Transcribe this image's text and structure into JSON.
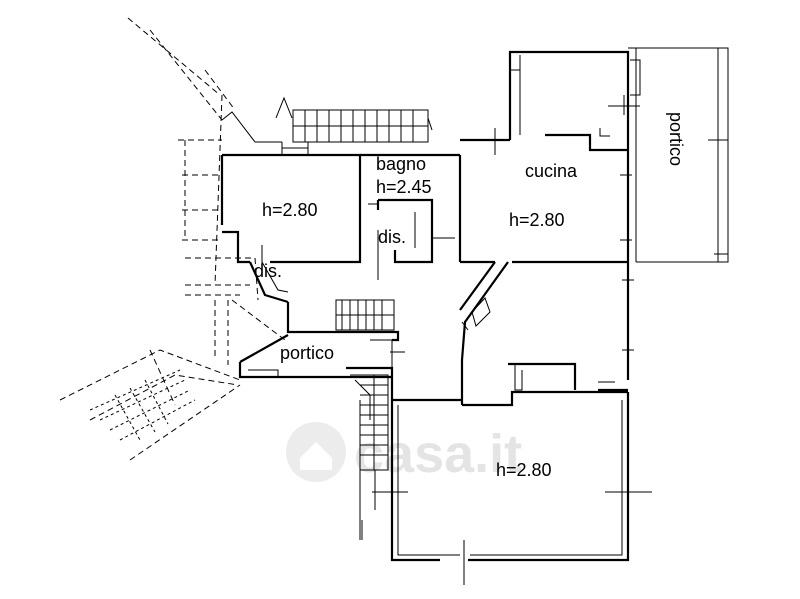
{
  "rooms": {
    "left_room_height": "h=2.80",
    "bath_name": "bagno",
    "bath_height": "h=2.45",
    "hall_upper": "dis.",
    "hall_lower": "dis.",
    "kitchen_name": "cucina",
    "kitchen_height": "h=2.80",
    "porch_right": "portico",
    "porch_left": "portico",
    "big_room_height": "h=2.80"
  },
  "watermark": {
    "text": "casa.it"
  }
}
